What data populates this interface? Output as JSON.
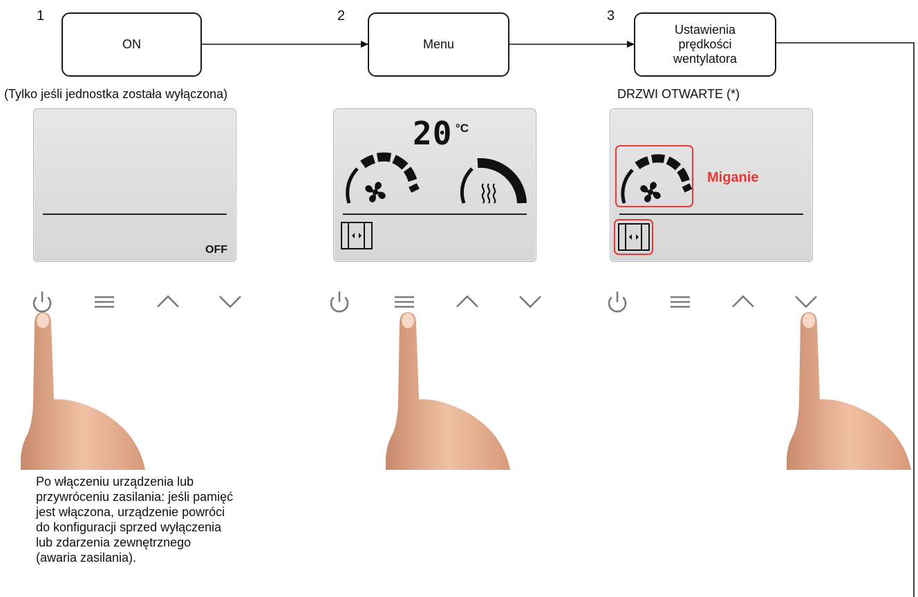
{
  "steps": [
    {
      "number": "1",
      "label": "ON",
      "caption": "(Tylko jeśli jednostka została wyłączona)"
    },
    {
      "number": "2",
      "label": "Menu",
      "caption": ""
    },
    {
      "number": "3",
      "label": "Ustawienia\nprędkości\nwentylatora",
      "caption": "DRZWI OTWARTE (*)"
    }
  ],
  "displays": {
    "off": {
      "status": "OFF"
    },
    "menu": {
      "temperature": "20",
      "unit": "°C"
    },
    "fan_speed": {
      "blink_label": "Miganie"
    }
  },
  "buttons": [
    "power-icon",
    "menu-icon",
    "up-icon",
    "down-icon"
  ],
  "note": "Po włączeniu urządzenia lub\nprzywróceniu zasilania: jeśli pamięć\njest włączona, urządzenie powróci\ndo konfiguracji sprzed wyłączenia\nlub zdarzenia zewnętrznego\n(awaria zasilania).",
  "colors": {
    "highlight": "#e53935",
    "ink": "#1a1a1a",
    "lcd": "#dedede",
    "icon": "#7a7a7a"
  }
}
